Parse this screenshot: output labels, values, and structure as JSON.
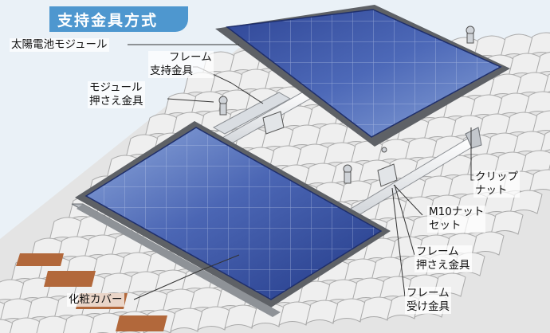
{
  "title": "支持金具方式",
  "labels": {
    "solar_module": "太陽電池モジュール",
    "frame_support": [
      "フレーム",
      "支持金具"
    ],
    "module_clamp": [
      "モジュール",
      "押さえ金具"
    ],
    "clip_nut": [
      "クリップ",
      "ナット"
    ],
    "m10_nut_set": [
      "M10ナット",
      "セット"
    ],
    "frame_clamp": [
      "フレーム",
      "押さえ金具"
    ],
    "frame_receiver": [
      "フレーム",
      "受け金具"
    ],
    "cosmetic_cover": "化粧カバー"
  },
  "colors": {
    "title_bg": "#4e97cf",
    "panel": "#2e4a9c",
    "panel_light": "#8ca8da",
    "roof_tile": "#ececec",
    "background": "#eaf1f7"
  }
}
